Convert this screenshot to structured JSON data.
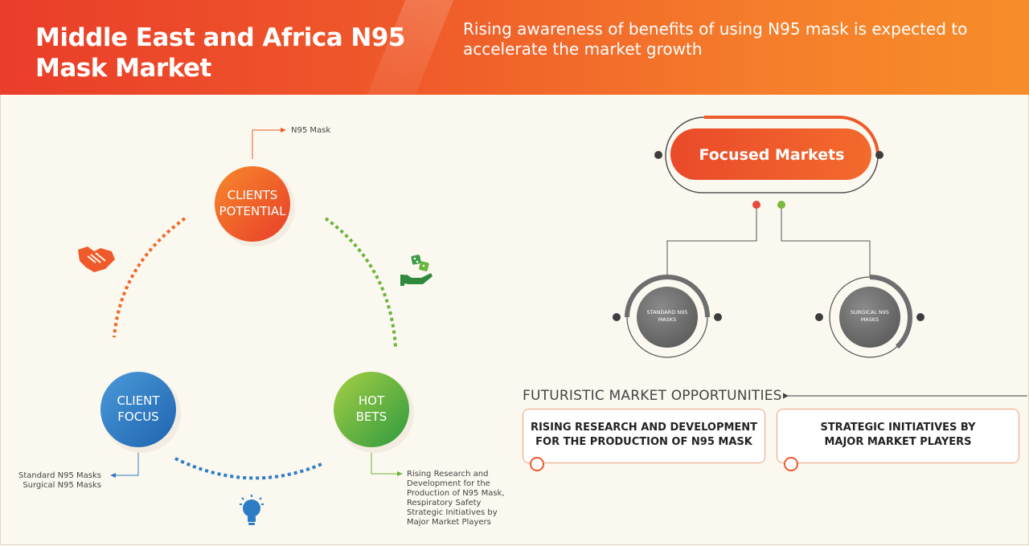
{
  "header": {
    "title": "Middle East and Africa N95 Mask Market",
    "subtitle": "Rising awareness of benefits of using N95 mask is expected to accelerate the market growth"
  },
  "cycle": {
    "clients_potential": {
      "label_line1": "CLIENTS",
      "label_line2": "POTENTIAL",
      "note": "N95 Mask"
    },
    "client_focus": {
      "label_line1": "CLIENT",
      "label_line2": "FOCUS",
      "note_line1": "Standard N95 Masks",
      "note_line2": "Surgical N95 Masks"
    },
    "hot_bets": {
      "label_line1": "HOT",
      "label_line2": "BETS",
      "note_lines": [
        "Rising Research and",
        "Development for the",
        "Production of N95 Mask,",
        "Respiratory Safety",
        "Strategic Initiatives by",
        "Major Market Players"
      ]
    }
  },
  "focused_markets": {
    "title": "Focused Markets",
    "segments": [
      {
        "line1": "STANDARD N95",
        "line2": "MASKS"
      },
      {
        "line1": "SURGICAL N95",
        "line2": "MASKS"
      }
    ]
  },
  "futuristic": {
    "title": "FUTURISTIC MARKET OPPORTUNITIES",
    "boxes": [
      {
        "line1": "RISING RESEARCH AND DEVELOPMENT",
        "line2": "FOR THE PRODUCTION OF N95 MASK"
      },
      {
        "line1": "STRATEGIC INITIATIVES BY",
        "line2": "MAJOR MARKET PLAYERS"
      }
    ]
  },
  "colors": {
    "orange": "#ef5a2a",
    "green": "#6ab53e",
    "blue": "#2d7dc6",
    "gray": "#707070",
    "dark": "#3d3d3d"
  },
  "icons": [
    "handshake-icon",
    "dice-hand-icon",
    "lightbulb-icon"
  ]
}
